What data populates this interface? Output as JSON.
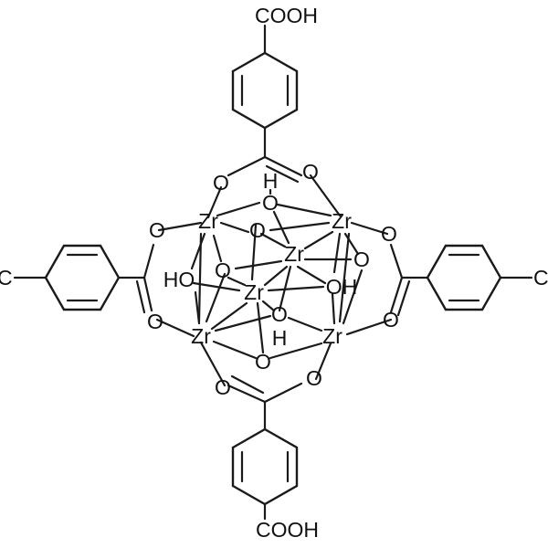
{
  "labels": {
    "cooh_top": "COOH",
    "cooh_bottom": "COOH",
    "edge_left": "C",
    "edge_right": "C",
    "zr": "Zr",
    "o": "O",
    "h": "H",
    "ho": "HO",
    "oh": "OH"
  }
}
